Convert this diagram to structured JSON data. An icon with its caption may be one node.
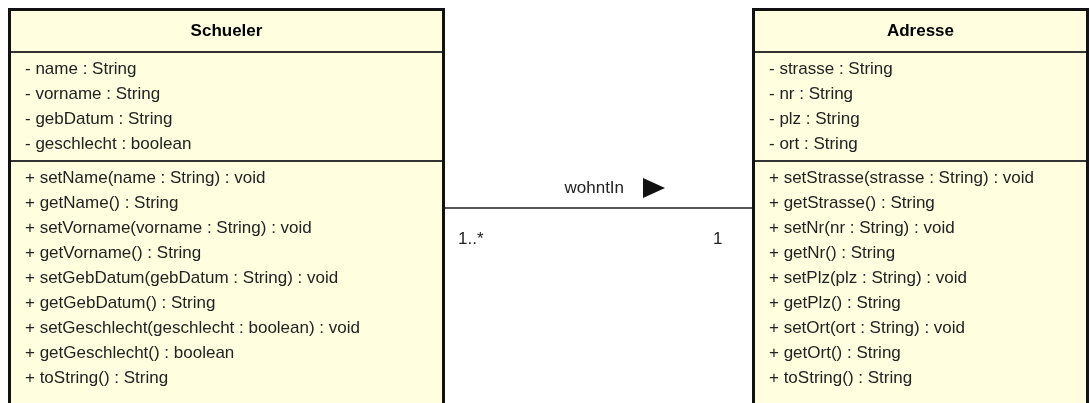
{
  "diagram": {
    "nodes": [
      {
        "text": [
          "Schueler"
        ]
      },
      {
        "text": [
          "- name : String",
          "- vorname : String",
          "- gebDatum : String",
          "- geschlecht : boolean"
        ],
        "in": 0
      },
      {
        "text": [
          "+ setName(name : String) : void",
          "+ getName() : String",
          "+ setVorname(vorname : String) : void",
          "+ getVorname() : String",
          "+ setGebDatum(gebDatum : String) : void",
          "+ getGebDatum() : String",
          "+ setGeschlecht(geschlecht : boolean) : void",
          "+ getGeschlecht() : boolean",
          "+ toString() : String"
        ],
        "in": 0
      },
      {
        "text": [
          "Adresse"
        ]
      },
      {
        "text": [
          "- strasse : String",
          "- nr : String",
          "- plz : String",
          "- ort : String"
        ],
        "in": 3
      },
      {
        "text": [
          "+ setStrasse(strasse : String) : void",
          "+ getStrasse() : String",
          "+ setNr(nr : String) : void",
          "+ getNr() : String",
          "+ setPlz(plz : String) : void",
          "+ getPlz() : String",
          "+ setOrt(ort : String) : void",
          "+ getOrt() : String",
          "+ toString() : String"
        ],
        "in": 3
      }
    ],
    "edges": [
      {
        "from": 0,
        "to": 3,
        "arrow": "none",
        "label": "wohntIn"
      }
    ],
    "labels": [
      "1..*",
      "1"
    ]
  }
}
